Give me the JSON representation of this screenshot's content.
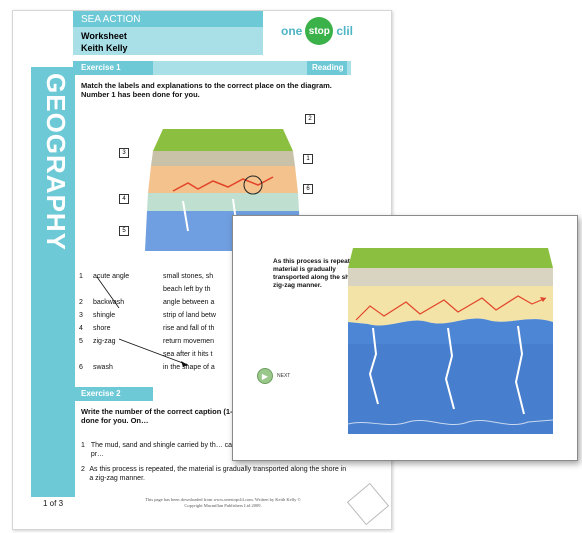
{
  "sheet": {
    "header_title": "SEA ACTION",
    "header_sub1": "Worksheet",
    "header_sub2": "Keith Kelly",
    "logo_left": "one",
    "logo_mid": "stop",
    "logo_right": "clil",
    "side_label": "GEOGRAPHY",
    "exercise1": {
      "label": "Exercise 1",
      "skill": "Reading"
    },
    "instructions1": "Match the labels and explanations to the correct place on the diagram. Number 1 has been done for you.",
    "callouts": [
      "1",
      "2",
      "3",
      "4",
      "5",
      "6"
    ],
    "match_rows": [
      {
        "num": "1",
        "term": "acute angle",
        "def": "small stones, sh"
      },
      {
        "num": "",
        "term": "",
        "def": "beach left by th"
      },
      {
        "num": "2",
        "term": "backwash",
        "def": "angle between a"
      },
      {
        "num": "3",
        "term": "shingle",
        "def": "strip of land betw"
      },
      {
        "num": "4",
        "term": "shore",
        "def": "rise and fall of th"
      },
      {
        "num": "5",
        "term": "zig-zag",
        "def": "return movemen"
      },
      {
        "num": "",
        "term": "",
        "def": "sea after it hits t"
      },
      {
        "num": "6",
        "term": "swash",
        "def": "in the shape of a"
      }
    ],
    "exercise2": {
      "label": "Exercise 2"
    },
    "instructions2": "Write the number of the correct caption (1-… page. Number 1 has been done for you. On…",
    "ex2_items": [
      {
        "num": "1",
        "text": "The mud, sand and shingle carried by th… can be carried along the shore by the pr…"
      },
      {
        "num": "2",
        "text": "As this process is repeated, the material is gradually transported along the shore in a zig-zag manner."
      }
    ],
    "page_num": "1 of 3",
    "footer": "This page has been downloaded from www.onestopclil.com. Written by Keith Kelly © Copyright Macmillan Publishers Ltd 2009."
  },
  "screen": {
    "caption": "As this process is repeated, the material is gradually transported along the shore in a zig-zag manner.",
    "next_label": "NEXT"
  },
  "colors": {
    "accent": "#6ec9d6",
    "accent_light": "#a9dfe7",
    "logo_green": "#3bb14a",
    "sand": "#f3e3a6",
    "sea": "#4d86d4",
    "grass": "#8bbf3f",
    "zigzag": "#e2442a"
  }
}
